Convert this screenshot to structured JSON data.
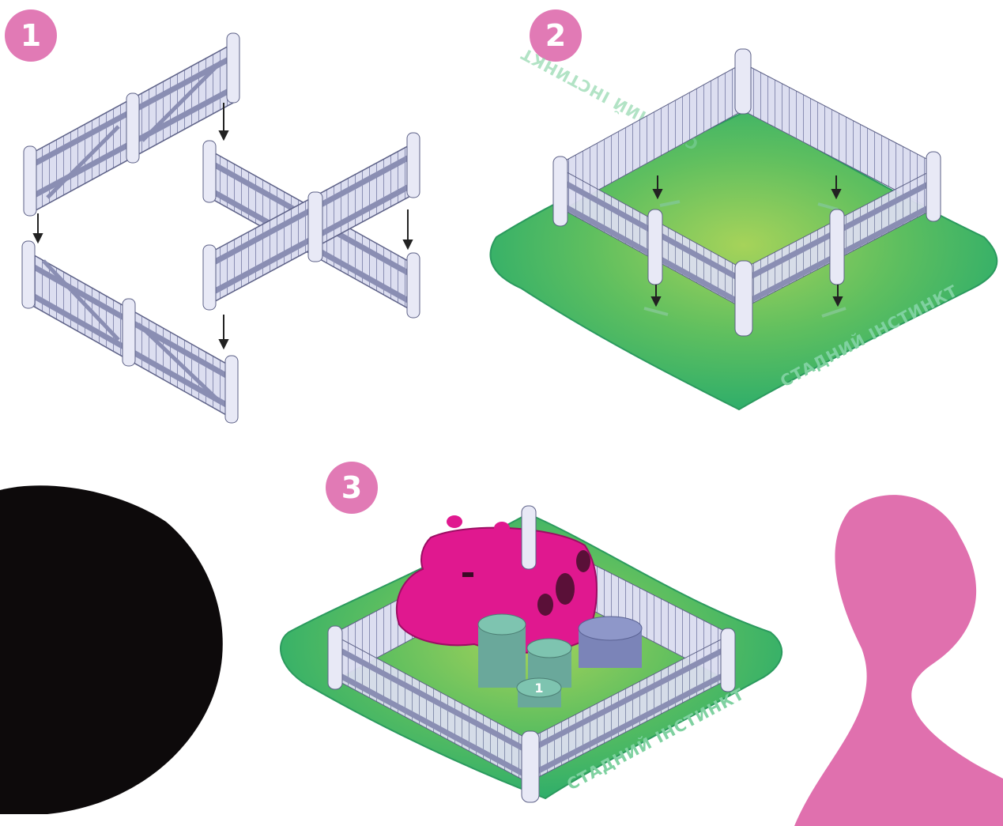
{
  "steps": [
    {
      "number": "1"
    },
    {
      "number": "2"
    },
    {
      "number": "3"
    }
  ],
  "board_label": "СТАДНИЙ ІНСТИНКТ",
  "token_value": "1",
  "colors": {
    "badge": "#e17ab5",
    "fence": "#d9dbef",
    "fence_line": "#7b7fa6",
    "grass": "#3fb86c",
    "grass_center": "#9dd05a",
    "cow": "#e0188f",
    "token_teal": "#7ec4b0",
    "token_blue": "#8e97c9",
    "black_blob": "#0d0a0b",
    "pink_blob": "#e070ae"
  }
}
